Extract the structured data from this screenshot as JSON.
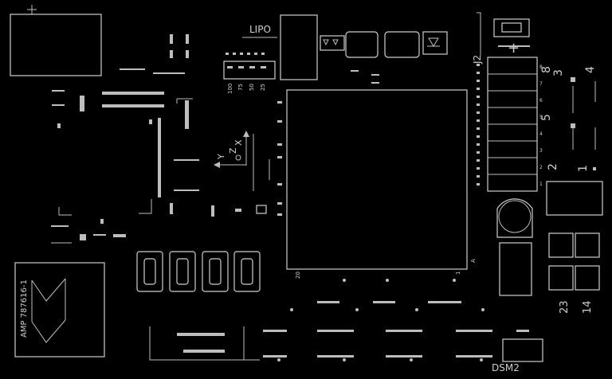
{
  "labels": {
    "lipo": "LIPO",
    "j2": "J2",
    "dsm2": "DSM2",
    "amp": "AMP 787616-1",
    "axis_y": "Y",
    "axis_z": "Z",
    "axis_x": "X",
    "pin_20": "20",
    "pin_1": "1",
    "pin_a": "A",
    "res_100": "100",
    "res_75": "75",
    "res_50": "50",
    "res_25": "25",
    "n8": "8",
    "n3": "3",
    "n4": "4",
    "n5": "5",
    "n2": "2",
    "n1": "1",
    "n23": "23",
    "n14": "14",
    "plus": "+",
    "small": [
      "8",
      "7",
      "6",
      "5",
      "4",
      "3",
      "2",
      "1"
    ]
  },
  "colors": {
    "background": "#000000",
    "silkscreen": "#cfcfcf"
  }
}
